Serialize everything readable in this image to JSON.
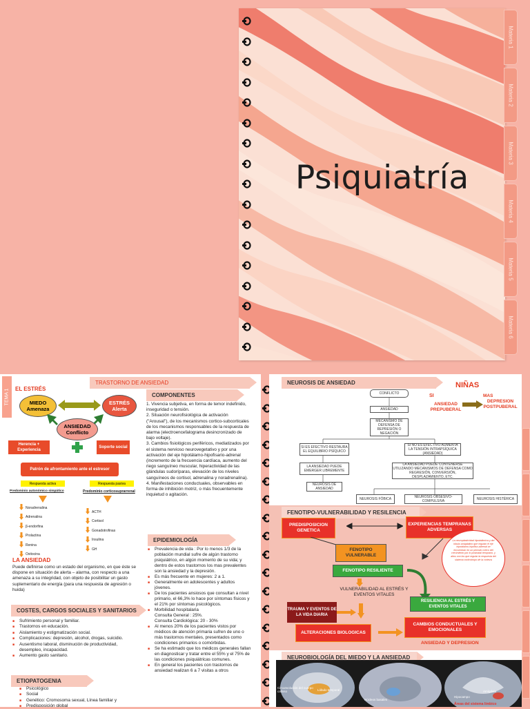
{
  "cover": {
    "title": "Psiquiatría",
    "tabs": [
      "Materia 1",
      "Materia 2",
      "Materia 3",
      "Materia 4",
      "Materia 5",
      "Materia 6"
    ]
  },
  "left_page": {
    "side_tab": "TEMA 1",
    "header_title": "TRASTORNO DE ANSIEDAD",
    "el_estres": "EL ESTRÉS",
    "diagram": {
      "miedo": "MIEDO Amenaza",
      "estres": "ESTRÉS Alerta",
      "ansiedad": "ANSIEDAD Conflicto",
      "herencia": "Herencia + Experiencia",
      "soporte": "Soporte social",
      "patron": "Patrón de afrontamiento ante el estresor",
      "resp_activa": "Respuesta activa",
      "resp_pasiva": "Respuesta pasiva",
      "predominio_simpatico": "Predominio autonómico simpático",
      "predominio_cortico": "Predominio corticosuprarrenal",
      "left_list": [
        "Noradrenalina",
        "Adrenalina",
        "β-endorfina",
        "Prolactina",
        "Renina",
        "Oxitocina"
      ],
      "right_list": [
        "ACTH",
        "Cortisol",
        "Gonadotrofinas",
        "Insulina",
        "GH"
      ]
    },
    "la_ansiedad": {
      "title": "LA ANSIEDAD",
      "text": "Puede definirse como un estado del organismo, en que éste se dispone en situación de alerta – alarma, con respecto a una amenaza a su integridad, con objeto de posibilitar un gasto suplementario de energía (para una respuesta de agresión o huida)"
    },
    "costes": {
      "title": "COSTES, CARGOS SOCIALES Y SANITARIOS",
      "items": [
        "Sufrimiento personal y familiar.",
        "Trastornos en educación.",
        "Aislamiento y estigmatización social.",
        "Complicaciones: depresión, alcohol, drogas, suicidio.",
        "Ausentismo laboral, disminución de productividad, desempleo, incapacidad.",
        "Aumento gasto sanitario."
      ]
    },
    "etiopatogenia": {
      "title": "ETIOPATOGENIA",
      "items": [
        "Psicológico",
        "Social",
        "Genético: Cromosoma sexual, Línea familiar y",
        "Predisposición global"
      ]
    },
    "componentes": {
      "title": "COMPONENTES",
      "text": "1. Vivencia subjetiva, en forma de temor indefinido, inseguridad o tensión.\n2. Situación neurofisiológica de activación (\"Arousal\"), de los mecanismos cortico-subcorticales de los mecanismos responsables de la respuesta de alarma (electroencefalograma desincronizado de bajo voltaje).\n3. Cambios fisiológicos periféricos, mediatizados por el sistema nervioso neurovegetativo y por una activación del eje hipotálamo-hipofisario-adrenal (incremento de la frecuencia cardíaca, aumento del riego sanguíneo muscular, hiperactividad de las glándulas sudoríparas, elevación de los niveles sanguíneos de cortisol, adrenalina y noradrenalina).\n4. Manifestaciones conductuales, observables en forma de inhibición motriz, o más frecuentemente inquietud o agitación."
    },
    "epidemiologia": {
      "title": "EPIDEMIOLOGÍA",
      "items": [
        "Prevalencia de vida : Por lo menos 1/3 de la población mundial sufre de algún trastorno psiquiátrico, en algún momento de su vida; y dentro de estos trastornos los mas prevalentes son la ansiedad y la depresión.",
        "Es más frecuente en mujeres: 2 a 1.",
        "Generalmente en adolescentes y adultos jóvenes.",
        "De los pacientes ansiosos que consultan a nivel primario, el 66,3% lo hace por síntomas físicos y el 21% por síntomas psicológicos.",
        "Morbilidad hospitalaria\nConsulta General : 25%.\nConsulta Cardiológica: 20 - 30%",
        "Al menos 20% de los pacientes vistos por médicos de atención primaria sufren de uno o más trastornos mentales, presentados como condiciones primarios o comórbidas.",
        "Se ha estimado que los médicos generales fallan en diagnosticar y tratar entre el 55% y el 75% de las condiciones psiquiátricas comunes.",
        "En general los pacientes con trastornos de ansiedad realizan 6 a 7 visitas a otros"
      ]
    }
  },
  "right_page": {
    "neurosis": {
      "title": "NEUROSIS DE ANSIEDAD",
      "conflicto": "CONFLICTO",
      "ansiedad": "ANSIEDAD",
      "mecanismo": "MECANISMO DE DEFENSA DE REPRESIÓN O NEGACIÓN",
      "si_es_efectivo": "SI ES EFECTIVO RESTAURA EL EQUILIBRIO PSÍQUICO",
      "si_no_es": "SI NO ES EFECTIVO AUMENTA LA TENSIÓN INTRAPSÍQUICA (ANSIEDAD)",
      "emerger": "LA ANSIEDAD PUEDE EMERGER LIBREMENTE",
      "contenerse": "LA ANSIEDAD PUEDE CONTENERSE UTILIZANDO MECANISMOS DE DEFENSA COMO REGRESIÓN, CONVERSIÓN, DESPLAZAMIENTO, ETC.",
      "neurosis_ansiedad": "NEUROSIS DE ANSIEDAD",
      "fobica": "NEUROSIS FÓBICA",
      "obsesivo": "NEUROSIS OBSESIVO-COMPULSIVA",
      "histerica": "NEUROSIS HISTÉRICA"
    },
    "ninas": {
      "title": "NIÑAS",
      "si": "SI",
      "ansiedad_prep": "ANSIEDAD PREPUBERAL",
      "mas": "MAS",
      "depresion": "DEPRESION POSTPUBERAL"
    },
    "fenotipo": {
      "title": "FENOTIPO-VULNERABILIDAD Y RESILENCIA",
      "predisposicion": "PREDISPOSICION GENETICA",
      "experiencias": "EXPERIENCIAS TEMPRANAS ADVERSAS",
      "vulnerable": "FENOTIPO VULNERABLE",
      "resiliente": "FENOTIPO RESILIENTE",
      "vulnerabilidad": "VULNERABILIDAD AL ESTRÉS Y EVENTOS VITALES",
      "resiliencia": "RESILIENCIA AL ESTRÉS Y EVENTOS VITALES",
      "trauma": "TRAUMA Y EVENTOS DE LA VIDA DIARIA",
      "alteraciones": "ALTERACIONES BIOLOGICAS",
      "cambios": "CAMBIOS CONDUCTUALES Y EMOCIONALES",
      "ansiedad_depresion": "ANSIEDAD Y DEPRESION",
      "nota": "La neuroplasticidad hipotalámica y del lóbulo amigdalino que regulan el eje hipotálamo-hipófiso-adrenal se encuentran en un período crítico del crecimiento por lo postnatal temprano, y altos con los que regular la respuesta del sistema corticotropo de la corteza"
    },
    "neurobio": {
      "title": "NEUROBIOLOGÍA DEL MIEDO Y LA ANSIEDAD",
      "labels": [
        "Circunvolución del cuerpo calloso",
        "Lóbulo temporal",
        "Núcleos basales",
        "Hipocampo",
        "Amígdala"
      ],
      "caption": "Áreas del sistema límbico"
    }
  }
}
